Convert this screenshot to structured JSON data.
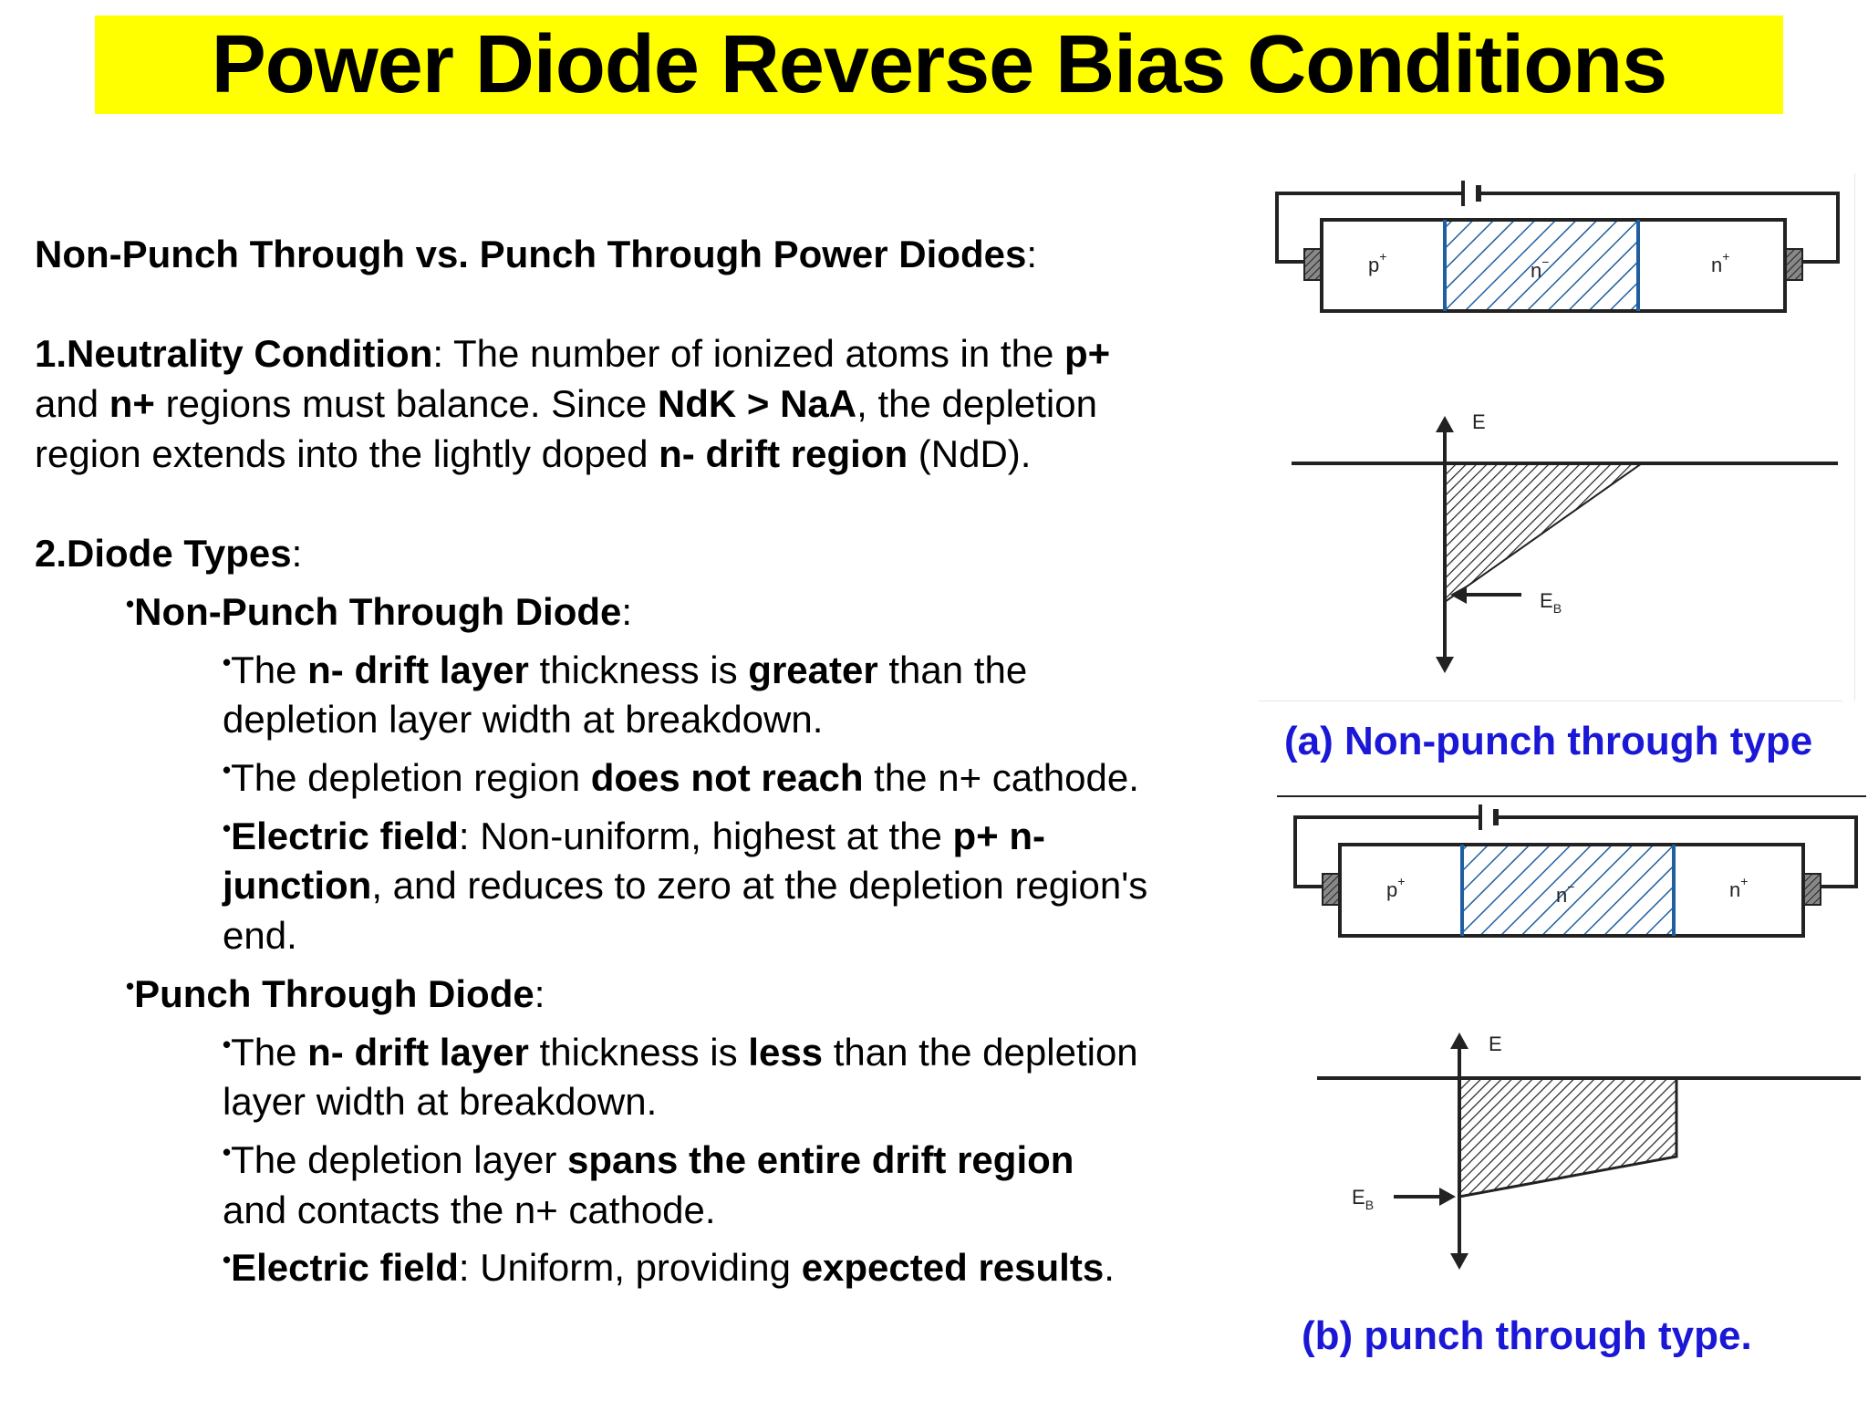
{
  "title": "Power Diode Reverse Bias Conditions",
  "heading": {
    "bold": "Non-Punch Through vs. Punch Through Power Diodes",
    "tail": ":"
  },
  "neutrality": {
    "label": "1.Neutrality Condition",
    "t1": ": The number of ionized atoms in the ",
    "b1": "p+",
    "t2": "and ",
    "b2": "n+",
    "t3": " regions must balance. Since ",
    "b3": "NdK > NaA",
    "t4": ", the depletion",
    "t5": "region extends into the lightly doped ",
    "b4": "n- drift region",
    "t6": " (NdD)."
  },
  "types": {
    "label": "2.Diode Types",
    "colon": ":",
    "bullet": "•",
    "npt": {
      "label": "Non-Punch Through Diode",
      "colon": ":",
      "l1_t1": "The ",
      "l1_b1": "n- drift layer",
      "l1_t2": " thickness is ",
      "l1_b2": "greater",
      "l1_t3": " than the",
      "l1_t4": "depletion layer width at breakdown.",
      "l2_t1": "The depletion region ",
      "l2_b1": "does not reach",
      "l2_t2": " the n+ cathode.",
      "l3_b1": "Electric field",
      "l3_t1": ": Non-uniform, highest at the ",
      "l3_b2": "p+ n-",
      "l3_b3": "junction",
      "l3_t2": ", and reduces to zero at the depletion region's",
      "l3_t3": "end."
    },
    "pt": {
      "label": "Punch Through Diode",
      "colon": ":",
      "l1_t1": "The ",
      "l1_b1": "n- drift layer",
      "l1_t2": " thickness is ",
      "l1_b2": "less",
      "l1_t3": " than the depletion",
      "l1_t4": "layer width at breakdown.",
      "l2_t1": "The depletion layer ",
      "l2_b1": "spans the entire drift region",
      "l2_t2": "and contacts the n+ cathode.",
      "l3_b1": "Electric field",
      "l3_t1": ": Uniform, providing ",
      "l3_b2": "expected results",
      "l3_t2": "."
    }
  },
  "diagram": {
    "p_label": "p",
    "n_minus_label": "n",
    "n_plus_label": "n",
    "plus_sup": "+",
    "minus_sup": "−",
    "field_label": "E",
    "breakdown_label": "E",
    "breakdown_sub": "B"
  },
  "captions": {
    "a": "(a) Non-punch through type",
    "b": "(b) punch through type."
  },
  "colors": {
    "title_bg": "#ffff00",
    "caption": "#1a17d6",
    "drift_blue": "#1f5fa0"
  }
}
